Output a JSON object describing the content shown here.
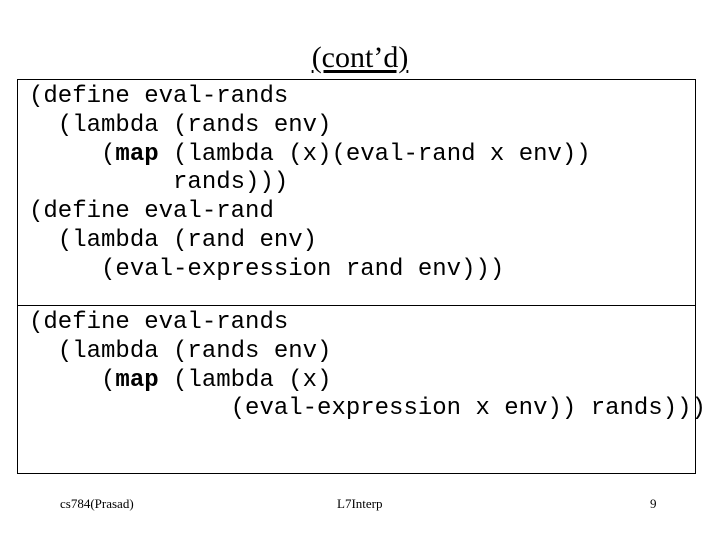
{
  "slide": {
    "title": "(cont’d)",
    "box1": {
      "lines": [
        {
          "pre": "(define eval-rands",
          "kw": "",
          "post": ""
        },
        {
          "pre": "  (lambda (rands env)",
          "kw": "",
          "post": ""
        },
        {
          "pre": "     (",
          "kw": "map",
          "post": " (lambda (x)(eval-rand x env))"
        },
        {
          "pre": "          rands)))",
          "kw": "",
          "post": ""
        },
        {
          "pre": "(define eval-rand",
          "kw": "",
          "post": ""
        },
        {
          "pre": "  (lambda (rand env)",
          "kw": "",
          "post": ""
        },
        {
          "pre": "     (eval-expression rand env)))",
          "kw": "",
          "post": ""
        }
      ]
    },
    "box2": {
      "lines": [
        {
          "pre": "(define eval-rands",
          "kw": "",
          "post": ""
        },
        {
          "pre": "  (lambda (rands env)",
          "kw": "",
          "post": ""
        },
        {
          "pre": "     (",
          "kw": "map",
          "post": " (lambda (x)"
        },
        {
          "pre": "              (eval-expression x env)) rands)))",
          "kw": "",
          "post": ""
        }
      ]
    },
    "footer": {
      "left": "cs784(Prasad)",
      "center": "L7Interp",
      "right": "9"
    }
  }
}
